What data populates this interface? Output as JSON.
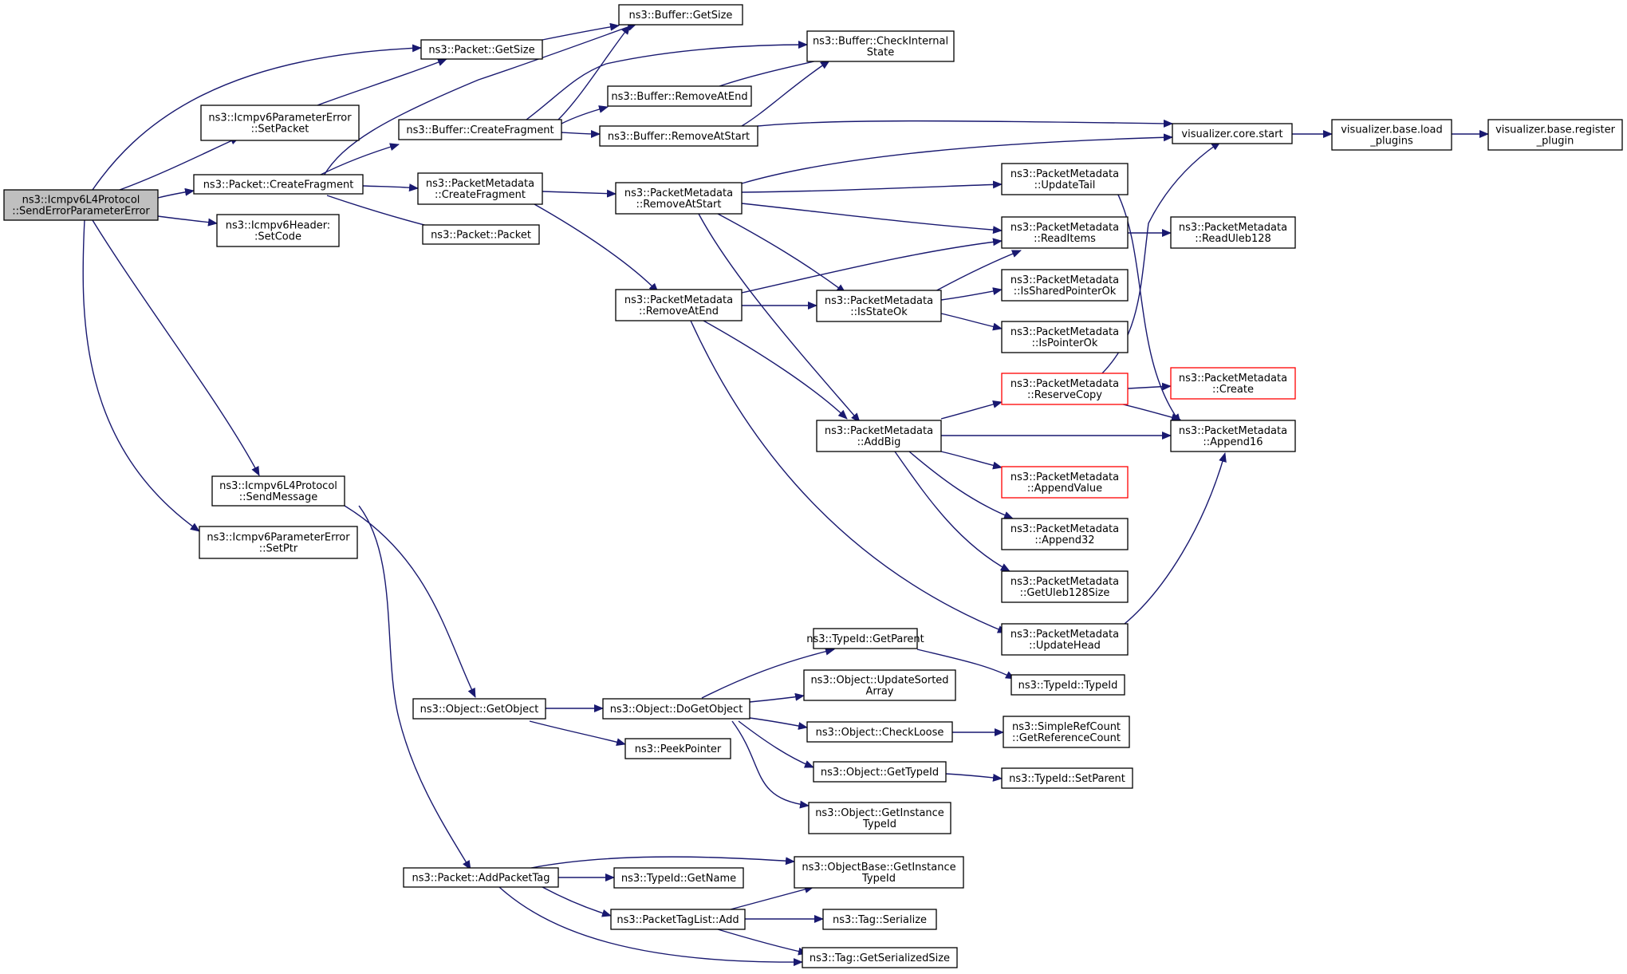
{
  "graph": {
    "type": "call-graph",
    "edge_color": "#191970",
    "root_fill": "#bfbfbf",
    "truncated_border": "#ff0000",
    "nodes": [
      {
        "id": "root",
        "lines": [
          "ns3::Icmpv6L4Protocol",
          "::SendErrorParameterError"
        ],
        "root": true
      },
      {
        "id": "pkt_getsize",
        "lines": [
          "ns3::Packet::GetSize"
        ]
      },
      {
        "id": "ipe_setpacket",
        "lines": [
          "ns3::Icmpv6ParameterError",
          "::SetPacket"
        ]
      },
      {
        "id": "pkt_createfrag",
        "lines": [
          "ns3::Packet::CreateFragment"
        ]
      },
      {
        "id": "hdr_setcode",
        "lines": [
          "ns3::Icmpv6Header:",
          ":SetCode"
        ]
      },
      {
        "id": "sendmessage",
        "lines": [
          "ns3::Icmpv6L4Protocol",
          "::SendMessage"
        ]
      },
      {
        "id": "ipe_setptr",
        "lines": [
          "ns3::Icmpv6ParameterError",
          "::SetPtr"
        ]
      },
      {
        "id": "buf_getsize",
        "lines": [
          "ns3::Buffer::GetSize"
        ]
      },
      {
        "id": "buf_check",
        "lines": [
          "ns3::Buffer::CheckInternal",
          "State"
        ]
      },
      {
        "id": "buf_removeatend",
        "lines": [
          "ns3::Buffer::RemoveAtEnd"
        ]
      },
      {
        "id": "buf_createfrag",
        "lines": [
          "ns3::Buffer::CreateFragment"
        ]
      },
      {
        "id": "buf_removeatstart",
        "lines": [
          "ns3::Buffer::RemoveAtStart"
        ]
      },
      {
        "id": "pm_createfrag",
        "lines": [
          "ns3::PacketMetadata",
          "::CreateFragment"
        ]
      },
      {
        "id": "pkt_packet",
        "lines": [
          "ns3::Packet::Packet"
        ]
      },
      {
        "id": "pm_removeatstart",
        "lines": [
          "ns3::PacketMetadata",
          "::RemoveAtStart"
        ]
      },
      {
        "id": "pm_removeatend",
        "lines": [
          "ns3::PacketMetadata",
          "::RemoveAtEnd"
        ]
      },
      {
        "id": "vis_start",
        "lines": [
          "visualizer.core.start"
        ]
      },
      {
        "id": "vis_load",
        "lines": [
          "visualizer.base.load",
          "_plugins"
        ]
      },
      {
        "id": "vis_register",
        "lines": [
          "visualizer.base.register",
          "_plugin"
        ]
      },
      {
        "id": "pm_updatetail",
        "lines": [
          "ns3::PacketMetadata",
          "::UpdateTail"
        ]
      },
      {
        "id": "pm_readitems",
        "lines": [
          "ns3::PacketMetadata",
          "::ReadItems"
        ]
      },
      {
        "id": "pm_readuleb",
        "lines": [
          "ns3::PacketMetadata",
          "::ReadUleb128"
        ]
      },
      {
        "id": "pm_isstateok",
        "lines": [
          "ns3::PacketMetadata",
          "::IsStateOk"
        ]
      },
      {
        "id": "pm_issharedptr",
        "lines": [
          "ns3::PacketMetadata",
          "::IsSharedPointerOk"
        ]
      },
      {
        "id": "pm_isptrok",
        "lines": [
          "ns3::PacketMetadata",
          "::IsPointerOk"
        ]
      },
      {
        "id": "pm_reservecopy",
        "lines": [
          "ns3::PacketMetadata",
          "::ReserveCopy"
        ],
        "truncated": true
      },
      {
        "id": "pm_create",
        "lines": [
          "ns3::PacketMetadata",
          "::Create"
        ],
        "truncated": true
      },
      {
        "id": "pm_addbig",
        "lines": [
          "ns3::PacketMetadata",
          "::AddBig"
        ]
      },
      {
        "id": "pm_append16",
        "lines": [
          "ns3::PacketMetadata",
          "::Append16"
        ]
      },
      {
        "id": "pm_appendvalue",
        "lines": [
          "ns3::PacketMetadata",
          "::AppendValue"
        ],
        "truncated": true
      },
      {
        "id": "pm_append32",
        "lines": [
          "ns3::PacketMetadata",
          "::Append32"
        ]
      },
      {
        "id": "pm_getuleb",
        "lines": [
          "ns3::PacketMetadata",
          "::GetUleb128Size"
        ]
      },
      {
        "id": "pm_updatehead",
        "lines": [
          "ns3::PacketMetadata",
          "::UpdateHead"
        ]
      },
      {
        "id": "tid_getparent",
        "lines": [
          "ns3::TypeId::GetParent"
        ]
      },
      {
        "id": "tid_typeid",
        "lines": [
          "ns3::TypeId::TypeId"
        ]
      },
      {
        "id": "obj_getobject",
        "lines": [
          "ns3::Object::GetObject"
        ]
      },
      {
        "id": "obj_dogetobject",
        "lines": [
          "ns3::Object::DoGetObject"
        ]
      },
      {
        "id": "obj_updatesorted",
        "lines": [
          "ns3::Object::UpdateSorted",
          "Array"
        ]
      },
      {
        "id": "obj_checkloose",
        "lines": [
          "ns3::Object::CheckLoose"
        ]
      },
      {
        "id": "src_getrefcount",
        "lines": [
          "ns3::SimpleRefCount",
          "::GetReferenceCount"
        ]
      },
      {
        "id": "peekpointer",
        "lines": [
          "ns3::PeekPointer"
        ]
      },
      {
        "id": "obj_gettypeid",
        "lines": [
          "ns3::Object::GetTypeId"
        ]
      },
      {
        "id": "tid_setparent",
        "lines": [
          "ns3::TypeId::SetParent"
        ]
      },
      {
        "id": "obj_getinstancetid",
        "lines": [
          "ns3::Object::GetInstance",
          "TypeId"
        ]
      },
      {
        "id": "pkt_addpackettag",
        "lines": [
          "ns3::Packet::AddPacketTag"
        ]
      },
      {
        "id": "ob_getinstancetid",
        "lines": [
          "ns3::ObjectBase::GetInstance",
          "TypeId"
        ]
      },
      {
        "id": "tid_getname",
        "lines": [
          "ns3::TypeId::GetName"
        ]
      },
      {
        "id": "ptl_add",
        "lines": [
          "ns3::PacketTagList::Add"
        ]
      },
      {
        "id": "tag_serialize",
        "lines": [
          "ns3::Tag::Serialize"
        ]
      },
      {
        "id": "tag_getsersize",
        "lines": [
          "ns3::Tag::GetSerializedSize"
        ]
      }
    ]
  }
}
